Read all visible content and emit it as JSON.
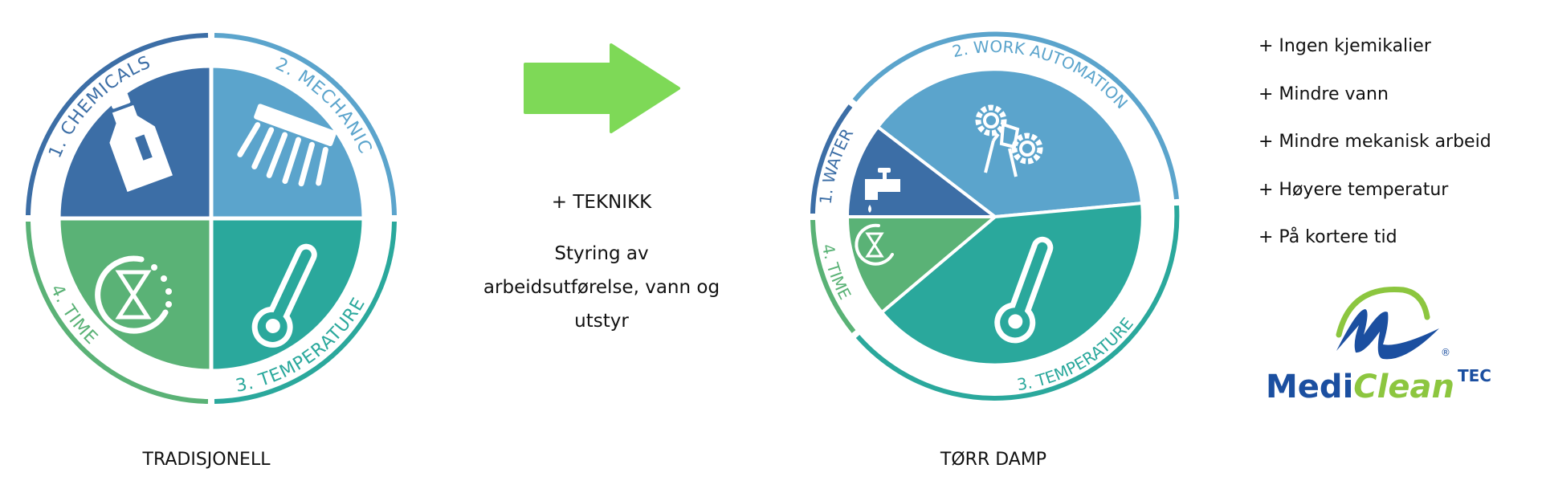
{
  "traditional": {
    "caption": "TRADISJONELL",
    "segments": [
      {
        "label": "1. CHEMICALS",
        "icon": "bottle-icon",
        "color": "#3c6ea6"
      },
      {
        "label": "2. MECHANIC",
        "icon": "brush-icon",
        "color": "#5ba4cc"
      },
      {
        "label": "3. TEMPERATURE",
        "icon": "thermometer-icon",
        "color": "#2aa89c"
      },
      {
        "label": "4. TIME",
        "icon": "hourglass-icon",
        "color": "#5ab276"
      }
    ]
  },
  "middle": {
    "arrow_color": "#7ed957",
    "technique": "+ TEKNIKK",
    "description_lines": [
      "Styring av",
      "arbeidsutførelse, vann og",
      "utstyr"
    ]
  },
  "dry_steam": {
    "caption": "TØRR DAMP",
    "segments": [
      {
        "label": "1. WATER",
        "icon": "faucet-icon",
        "color": "#3c6ea6"
      },
      {
        "label": "2. WORK AUTOMATION",
        "icon": "gears-person-icon",
        "color": "#5ba4cc"
      },
      {
        "label": "3. TEMPERATURE",
        "icon": "thermometer-icon",
        "color": "#2aa89c"
      },
      {
        "label": "4. TIME",
        "icon": "hourglass-icon",
        "color": "#5ab276"
      }
    ]
  },
  "benefits": [
    "+ Ingen kjemikalier",
    "+ Mindre vann",
    "+ Mindre mekanisk arbeid",
    "+ Høyere temperatur",
    "+ På kortere tid"
  ],
  "logo": {
    "part1": "Medi",
    "part2": "Clean",
    "part3": "TEC",
    "registered": "®",
    "blue": "#1b4fa0",
    "green": "#8cc63f"
  }
}
